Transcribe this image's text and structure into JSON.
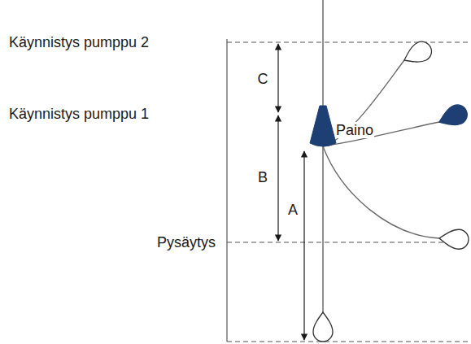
{
  "diagram": {
    "labels": [
      "Käynnistys pumppu 2",
      "Käynnistys pumppu 1",
      "Pysäytys",
      "C",
      "B",
      "A",
      "Paino"
    ]
  }
}
